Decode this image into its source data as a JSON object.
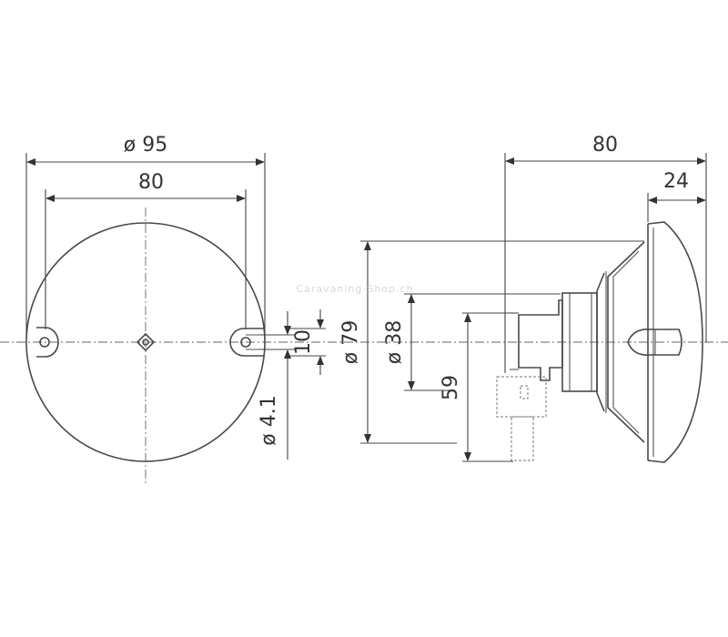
{
  "front_view": {
    "outer_diameter_label": "ø 95",
    "hole_spacing_label": "80",
    "slot_width_label": "10",
    "hole_diameter_label": "ø 4.1"
  },
  "side_view": {
    "total_depth_label": "80",
    "lens_depth_label": "24",
    "lens_diameter_label": "ø 79",
    "base_diameter_label": "ø 38",
    "connector_height_label": "59"
  },
  "watermark": "Caravaning-Shop.ch",
  "colors": {
    "line": "#4a4a4a",
    "background": "#ffffff"
  }
}
